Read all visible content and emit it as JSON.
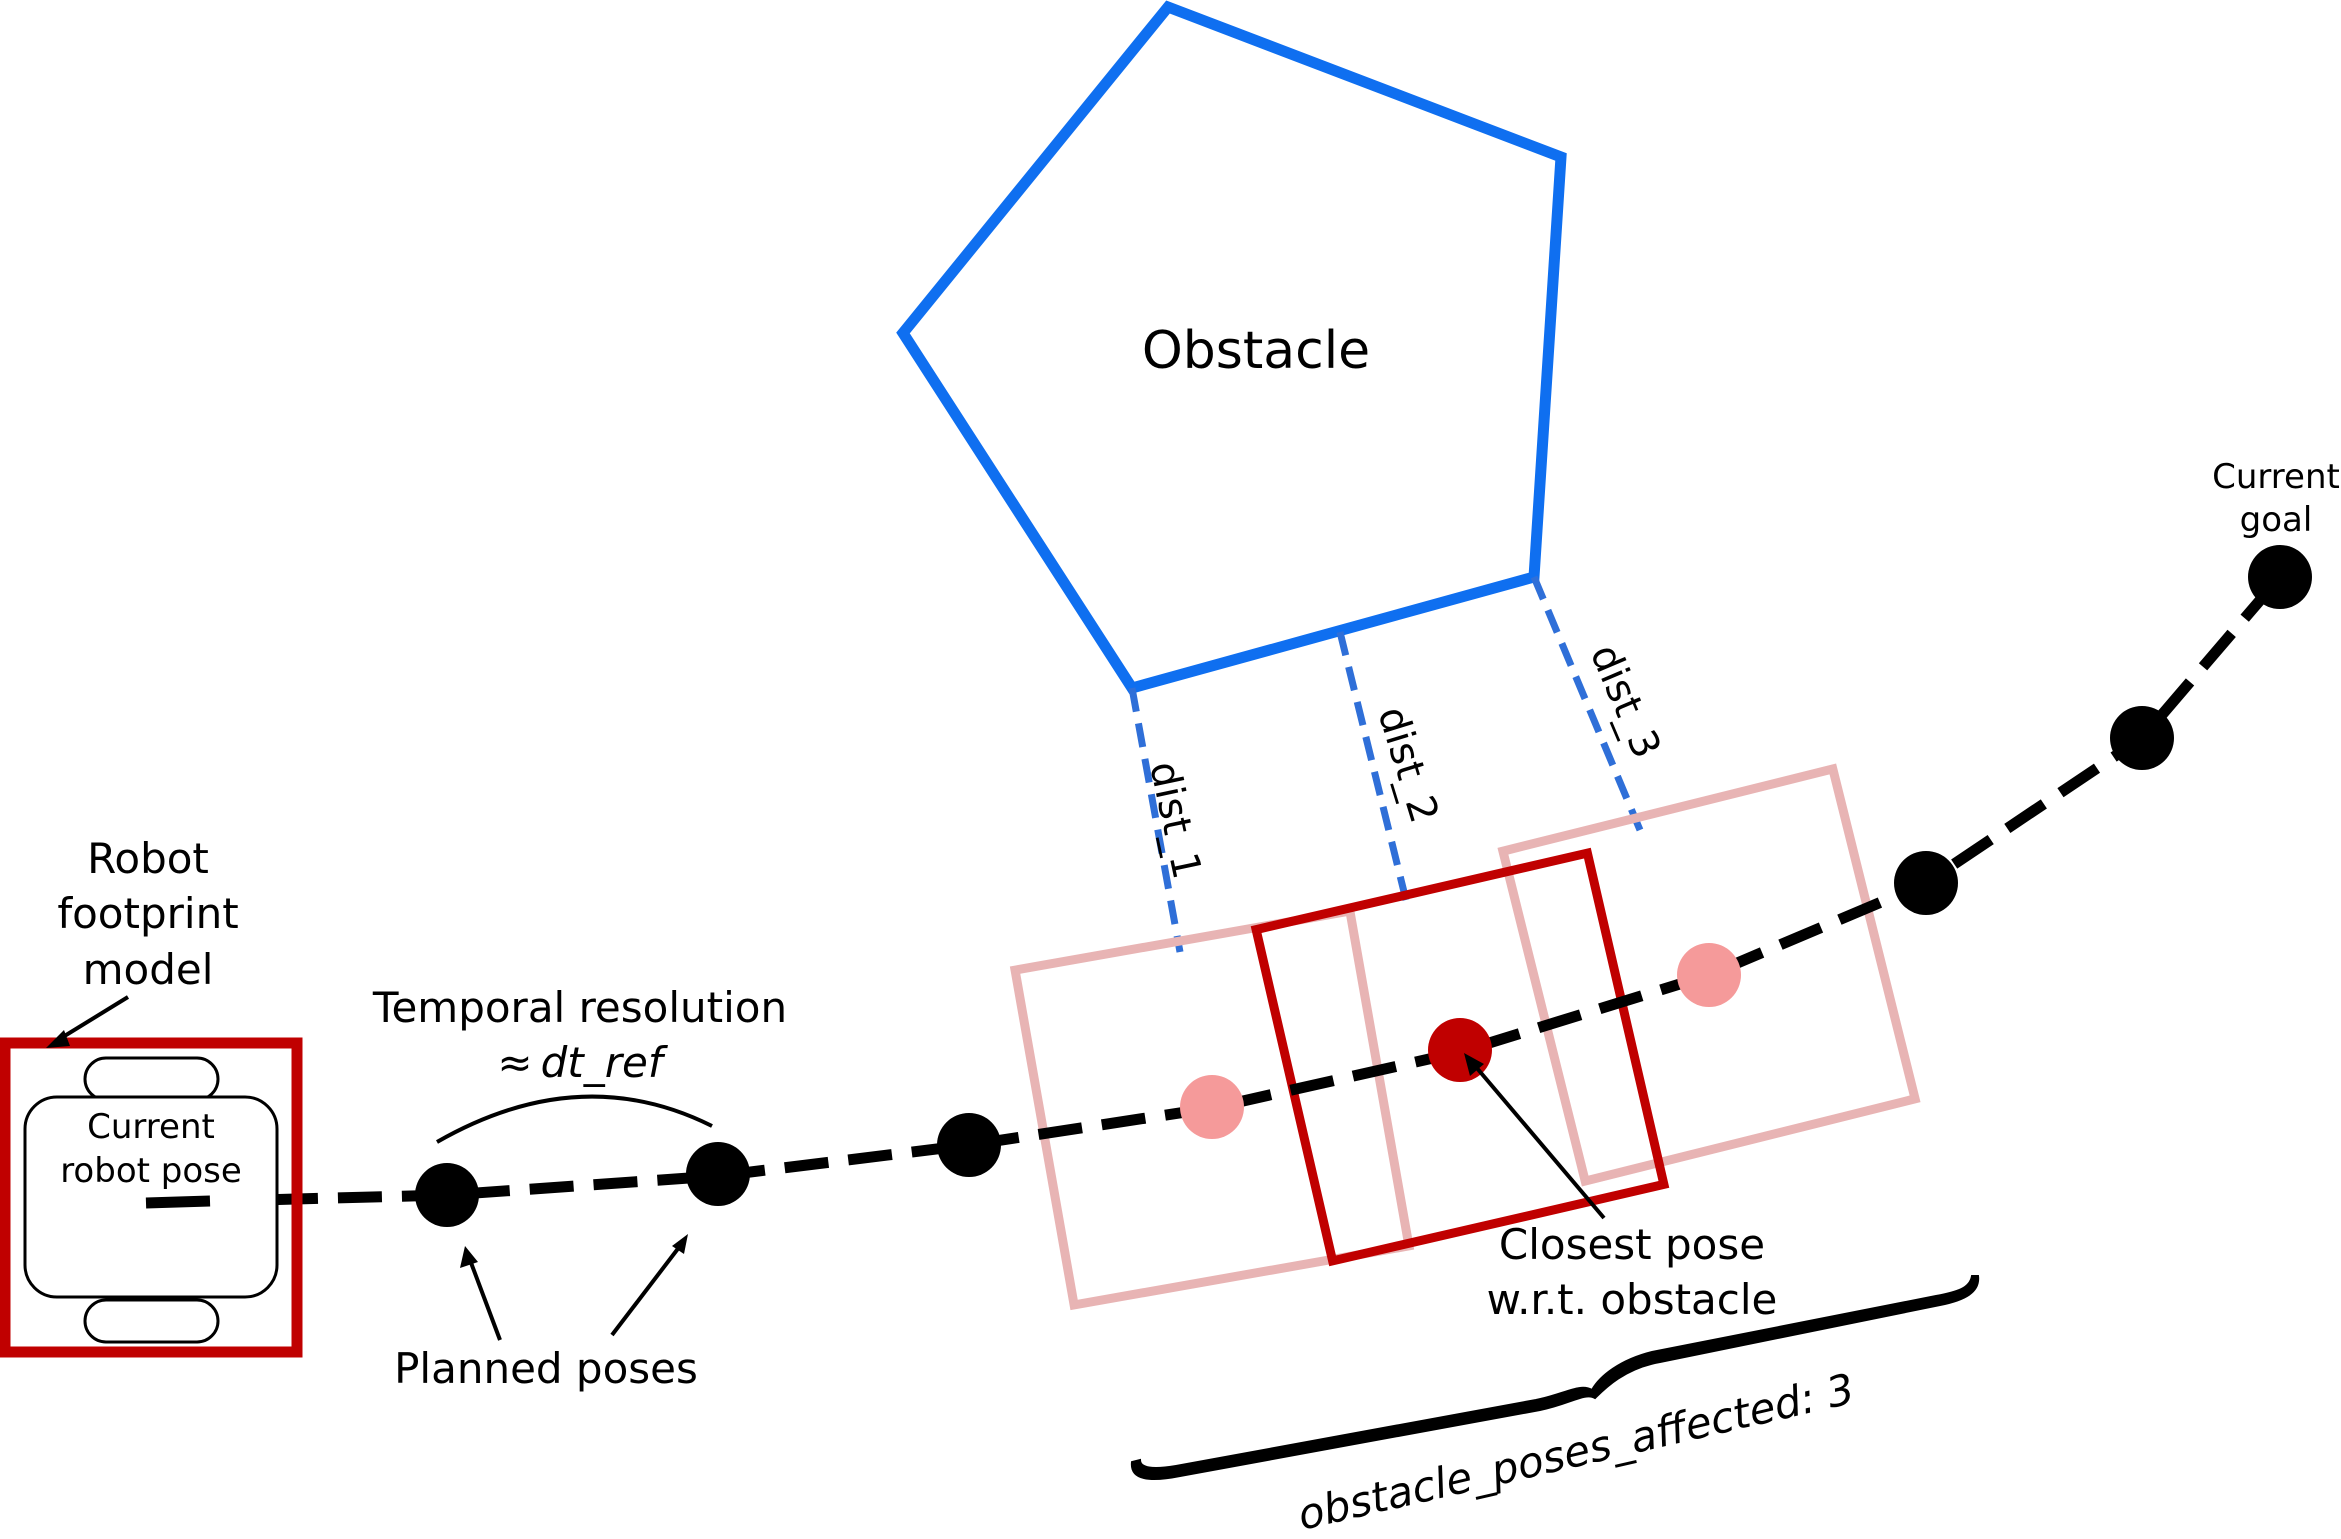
{
  "labels": {
    "obstacle": "Obstacle",
    "current_goal_line1": "Current",
    "current_goal_line2": "goal",
    "robot_footprint_line1": "Robot",
    "robot_footprint_line2": "footprint",
    "robot_footprint_line3": "model",
    "current_robot_pose_line1": "Current",
    "current_robot_pose_line2": "robot pose",
    "temporal_resolution": "Temporal resolution",
    "approx_symbol": "≈",
    "dt_ref": "dt_ref",
    "planned_poses": "Planned poses",
    "closest_pose_line1": "Closest pose",
    "closest_pose_line2": "w.r.t. obstacle",
    "dist_1": "dist_1",
    "dist_2": "dist_2",
    "dist_3": "dist_3",
    "obstacle_poses_affected": "obstacle_poses_affected: 3"
  },
  "colors": {
    "obstacle": "#0f6ff0",
    "distance_lines": "#2f6fd8",
    "footprint": "#c00000",
    "footprint_faded": "#e8b4b4",
    "affected_pose": "#f59a9a",
    "closest_pose": "#c00000",
    "pose": "#000000",
    "trajectory": "#000000"
  }
}
